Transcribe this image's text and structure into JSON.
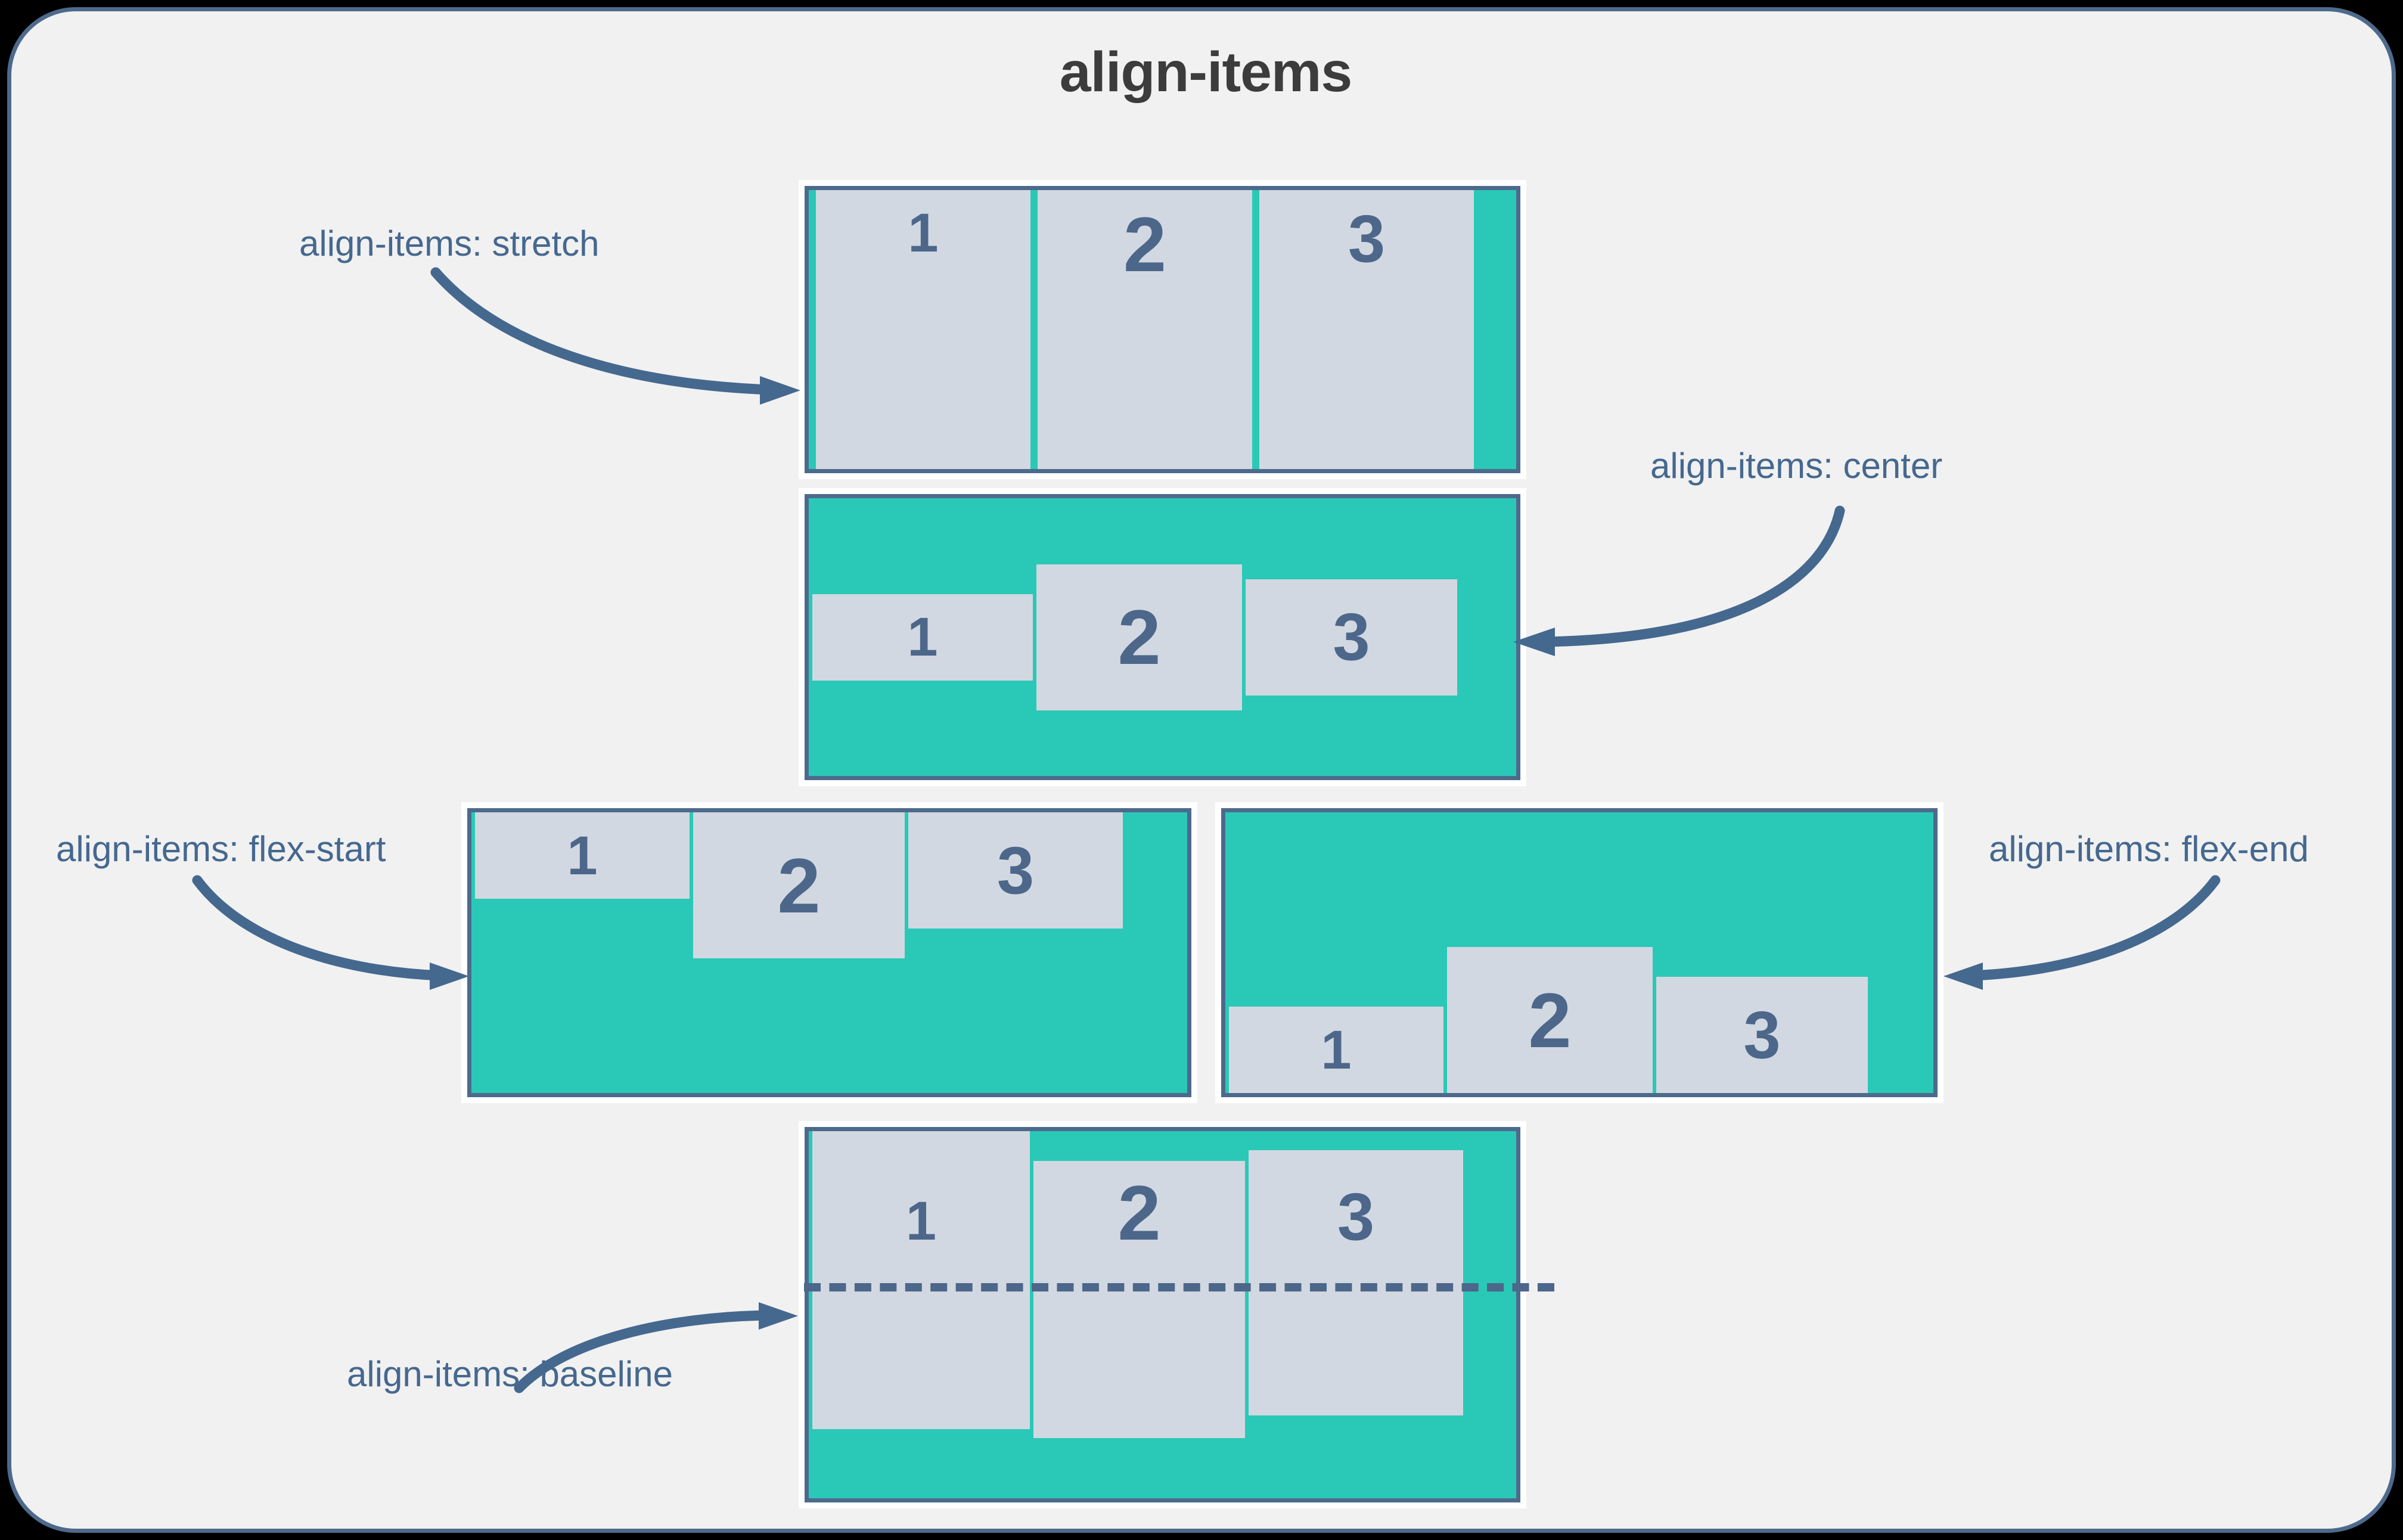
{
  "page": {
    "title": "align-items",
    "frame_border_color": "#4d6a8c",
    "background_color": "#f1f1f1",
    "outside_color": "#000000"
  },
  "colors": {
    "container_teal": "#2ac9b7",
    "item_gray": "#d2d8e1",
    "border_blue": "#4d6a8c",
    "text_blue": "#4c678a",
    "label_blue": "#45688f",
    "title_gray": "#3c3c3c",
    "box_padding_white": "#ffffff"
  },
  "demos": [
    {
      "id": "stretch",
      "label": "align-items: stretch",
      "value": "stretch",
      "arrow_direction": "right",
      "items": [
        {
          "label": "1",
          "height": "full"
        },
        {
          "label": "2",
          "height": "full"
        },
        {
          "label": "3",
          "height": "full"
        }
      ]
    },
    {
      "id": "center",
      "label": "align-items: center",
      "value": "center",
      "arrow_direction": "left",
      "items": [
        {
          "label": "1",
          "height": "short"
        },
        {
          "label": "2",
          "height": "tall"
        },
        {
          "label": "3",
          "height": "medium"
        }
      ]
    },
    {
      "id": "flex-start",
      "label": "align-items: flex-start",
      "value": "flex-start",
      "arrow_direction": "right",
      "items": [
        {
          "label": "1",
          "height": "short"
        },
        {
          "label": "2",
          "height": "tall"
        },
        {
          "label": "3",
          "height": "medium"
        }
      ]
    },
    {
      "id": "flex-end",
      "label": "align-items: flex-end",
      "value": "flex-end",
      "arrow_direction": "left",
      "items": [
        {
          "label": "1",
          "height": "short"
        },
        {
          "label": "2",
          "height": "tall"
        },
        {
          "label": "3",
          "height": "medium"
        }
      ]
    },
    {
      "id": "baseline",
      "label": "align-items: baseline",
      "value": "baseline",
      "arrow_direction": "right",
      "baseline_guide": "dashed",
      "items": [
        {
          "label": "1",
          "height": "tall"
        },
        {
          "label": "2",
          "height": "tall"
        },
        {
          "label": "3",
          "height": "tall"
        }
      ]
    }
  ]
}
